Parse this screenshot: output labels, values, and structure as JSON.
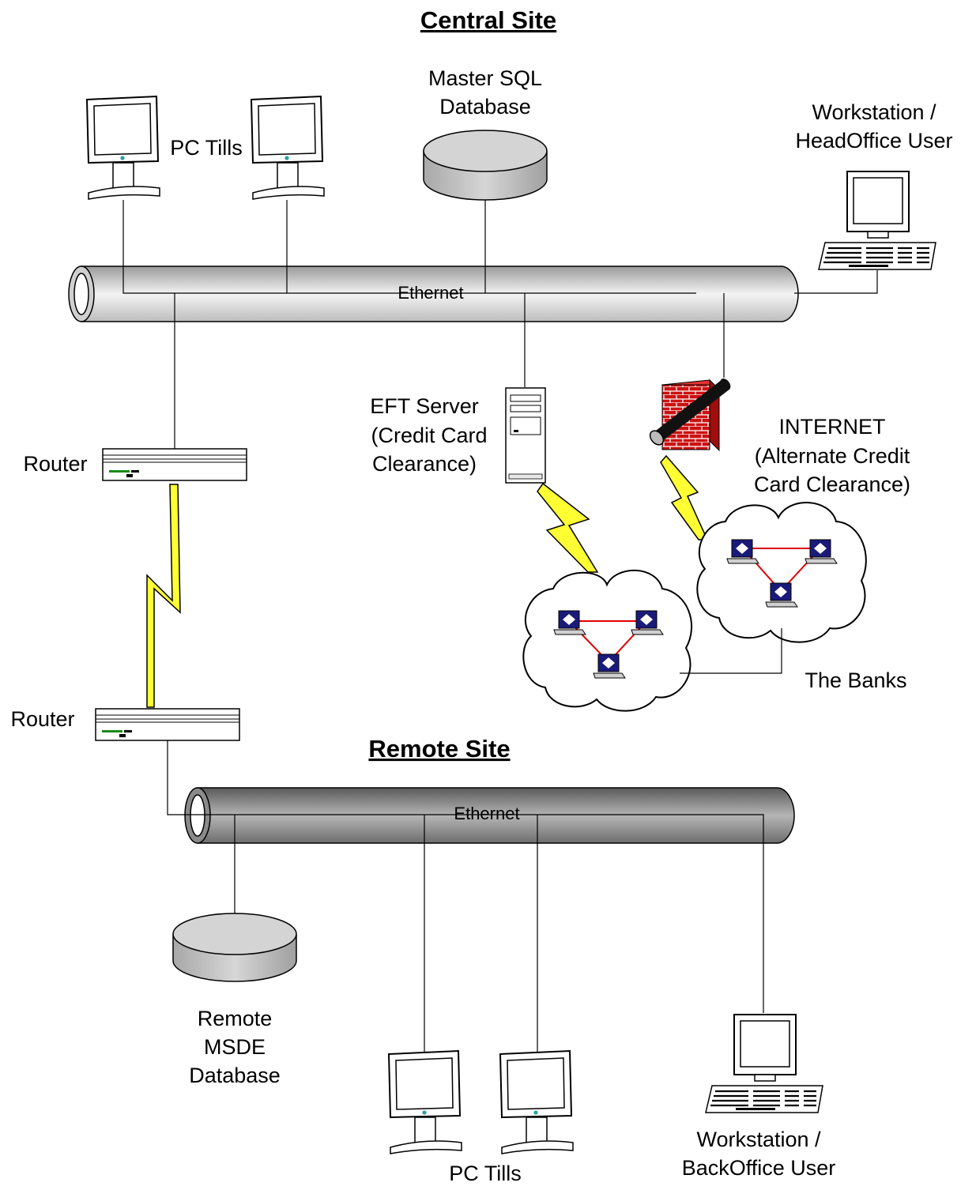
{
  "central": {
    "title": "Central Site",
    "pc_tills": "PC Tills",
    "db_line1": "Master SQL",
    "db_line2": "Database",
    "ws_line1": "Workstation /",
    "ws_line2": "HeadOffice User",
    "ethernet": "Ethernet",
    "router": "Router",
    "eft_line1": "EFT Server",
    "eft_line2": "(Credit Card",
    "eft_line3": "Clearance)",
    "inet_line1": "INTERNET",
    "inet_line2": "(Alternate Credit",
    "inet_line3": "Card Clearance)",
    "banks": "The Banks"
  },
  "remote": {
    "title": "Remote Site",
    "router": "Router",
    "ethernet": "Ethernet",
    "db_line1": "Remote",
    "db_line2": "MSDE",
    "db_line3": "Database",
    "pc_tills": "PC Tills",
    "ws_line1": "Workstation /",
    "ws_line2": "BackOffice User"
  },
  "colors": {
    "lightning": "#ffff33",
    "firewall": "#cc1111",
    "link": "#e00000",
    "pipe_light": "#d8d8d8",
    "pipe_dark": "#8a8a8a"
  }
}
